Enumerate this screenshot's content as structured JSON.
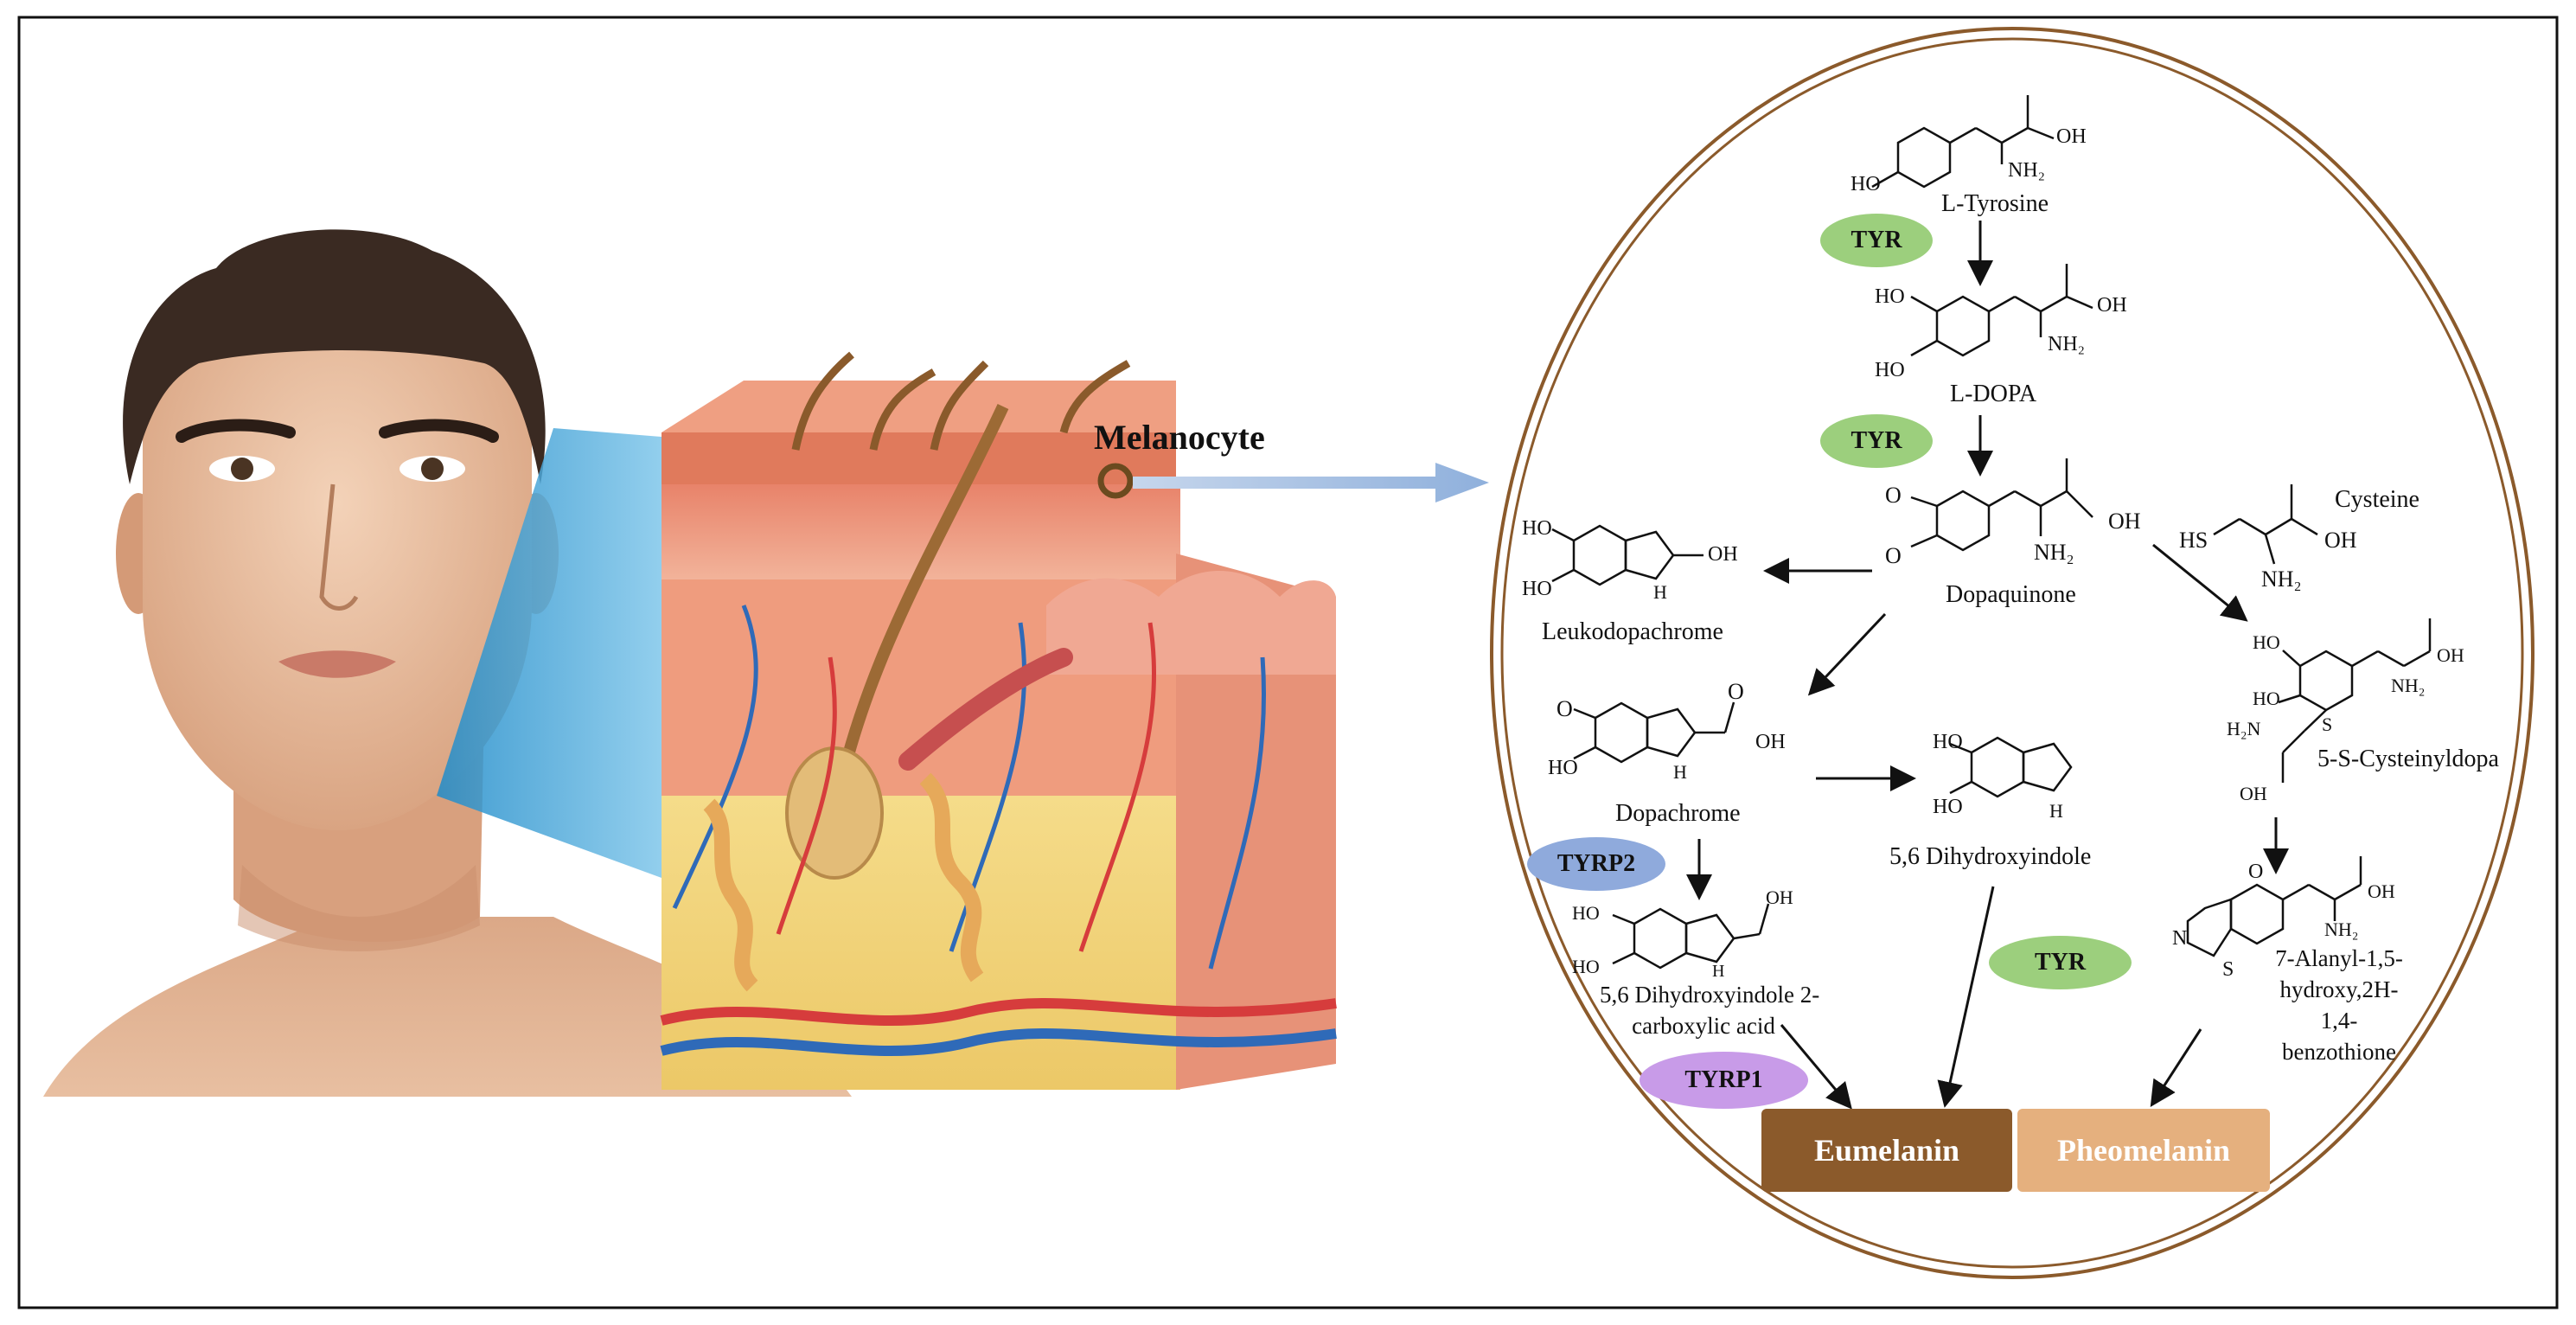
{
  "labels": {
    "melanocyte": "Melanocyte",
    "l_tyrosine": "L-Tyrosine",
    "l_dopa": "L-DOPA",
    "dopaquinone": "Dopaquinone",
    "leukodopachrome": "Leukodopachrome",
    "cysteine": "Cysteine",
    "dopachrome": "Dopachrome",
    "dihydroxyindole": "5,6 Dihydroxyindole",
    "cysteinyldopa": "5-S-Cysteinyldopa",
    "dhica_line1": "5,6 Dihydroxyindole 2-",
    "dhica_line2": "carboxylic acid",
    "benzothiazine_line1": "7-Alanyl-1,5-",
    "benzothiazine_line2": "hydroxy,2H-",
    "benzothiazine_line3": "1,4-",
    "benzothiazine_line4": "benzothione"
  },
  "enzymes": {
    "tyr1": "TYR",
    "tyr2": "TYR",
    "tyr3": "TYR",
    "tyrp2": "TYRP2",
    "tyrp1": "TYRP1"
  },
  "products": {
    "eumelanin": "Eumelanin",
    "pheomelanin": "Pheomelanin"
  },
  "chem": {
    "ho": "HO",
    "oh": "OH",
    "nh2": "NH₂",
    "o": "O",
    "hs": "HS",
    "h": "H",
    "n": "N",
    "s": "S",
    "h2n": "H₂N"
  },
  "colors": {
    "circle_border": "#8b5a2b",
    "tyr_fill": "#9ccf7d",
    "tyrp2_fill": "#8faadc",
    "tyrp1_fill": "#c89be8",
    "eumelanin_fill": "#8b5a2b",
    "pheomelanin_fill": "#e5b07e",
    "arrow_blue": "#8fb0dc"
  }
}
